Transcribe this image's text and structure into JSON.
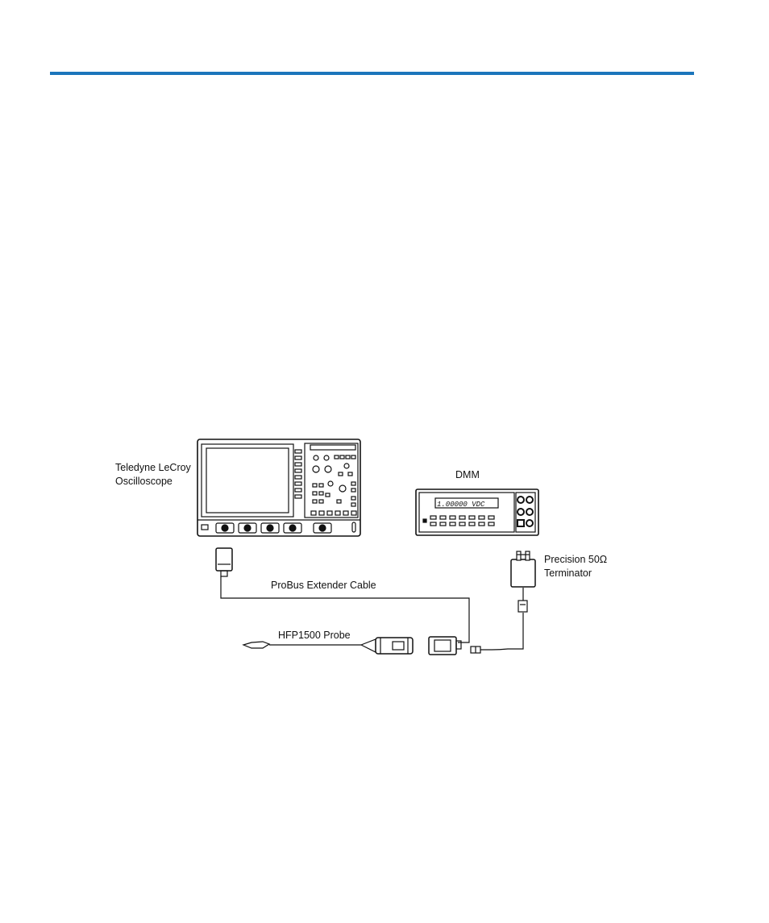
{
  "header": {
    "accent_color": "#1b75bb"
  },
  "diagram": {
    "labels": {
      "oscilloscope_line1": "Teledyne LeCroy",
      "oscilloscope_line2": "Oscilloscope",
      "dmm": "DMM",
      "terminator_line1": "Precision 50Ω",
      "terminator_line2": "Terminator",
      "extender_cable": "ProBus Extender Cable",
      "probe": "HFP1500 Probe"
    },
    "dmm_readout": "1.00000 VDC"
  }
}
